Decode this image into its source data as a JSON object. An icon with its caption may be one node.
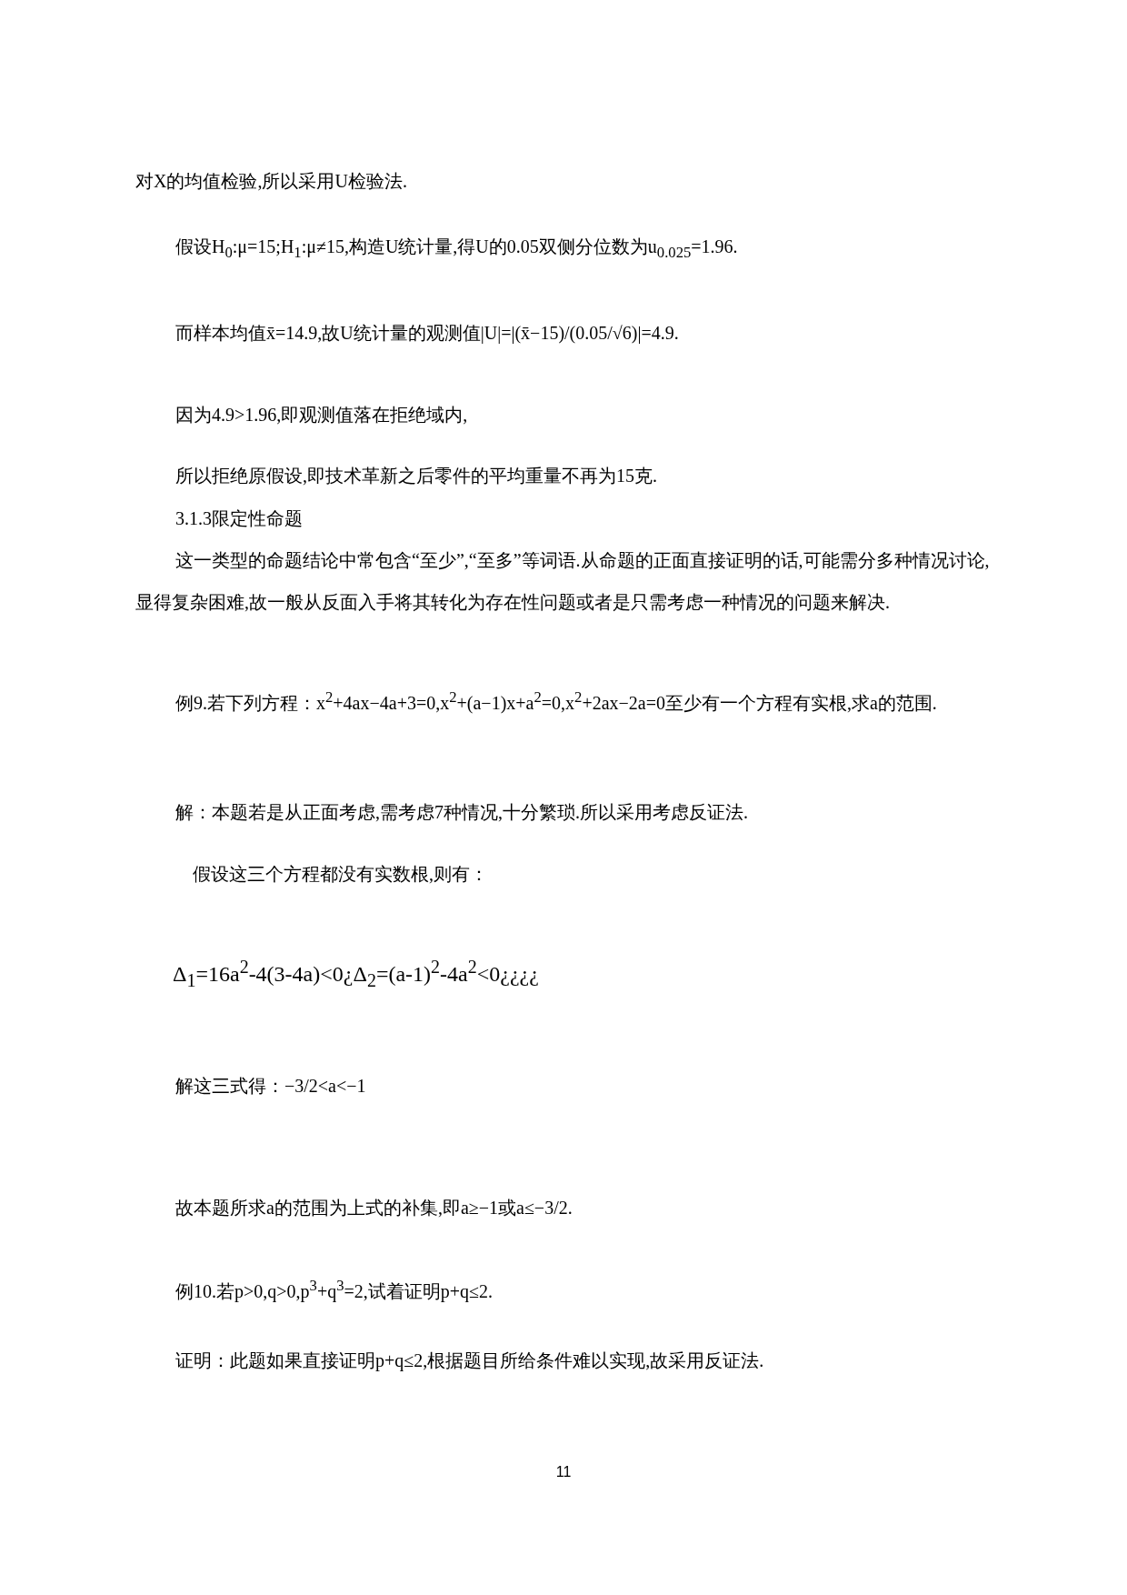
{
  "diagram": {
    "labels": [
      "对X的均值检验,所以采用U检验法.",
      "假设H$_{0}$:μ=15;H$_{1}$:μ≠15,构造U统计量,得U的0.05双侧分位数为u$_{0.025}$=1.96.",
      "而样本均值x̄=14.9,故U统计量的观测值|U|=|(x̄−15)/(0.05/√6)|=4.9.",
      "因为4.9>1.96,即观测值落在拒绝域内,",
      "所以拒绝原假设,即技术革新之后零件的平均重量不再为15克.",
      "3.1.3限定性命题",
      "这一类型的命题结论中常包含“至少”,“至多”等词语.从命题的正面直接证明的话,可能需分多种情况讨论,显得复杂困难,故一般从反面入手将其转化为存在性问题或者是只需考虑一种情况的问题来解决.",
      "例9.若下列方程：x$^{2}$+4ax−4a+3=0,x$^{2}$+(a−1)x+a$^{2}$=0,x$^{2}$+2ax−2a=0至少有一个方程有实根,求a的范围.",
      "解：本题若是从正面考虑,需考虑7种情况,十分繁琐.所以采用考虑反证法.",
      "假设这三个方程都没有实数根,则有：",
      "Δ$_{1}$=16a$^{2}$-4(3-4a)<0¿Δ$_{2}$=(a-1)$^{2}$-4a$^{2}$<0¿¿¿¿",
      "解这三式得：−3/2<a<−1",
      "故本题所求a的范围为上式的补集,即a≥−1或a≤−3/2.",
      "例10.若p>0,q>0,p$^{3}$+q$^{3}$=2,试着证明p+q≤2.",
      "证明：此题如果直接证明p+q≤2,根据题目所给条件难以实现,故采用反证法.",
      "11"
    ]
  }
}
